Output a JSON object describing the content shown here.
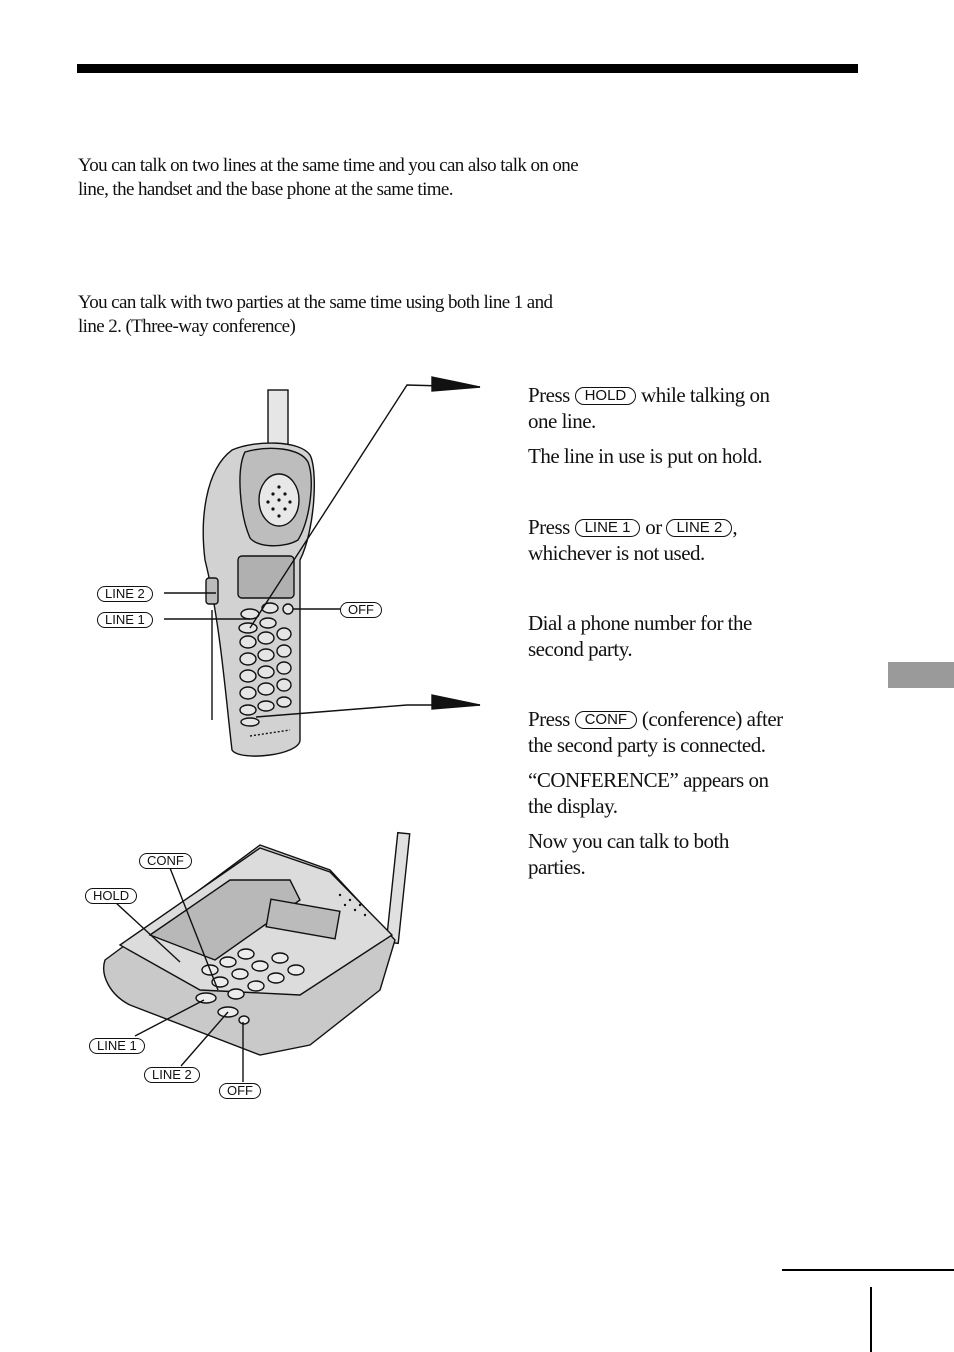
{
  "intro": {
    "line1": "You can talk on two lines at the same time and you can also talk on one",
    "line2": "line, the handset and the base phone at the same time."
  },
  "conference_intro": {
    "line1": "You can talk with two parties at the same time using both line 1 and",
    "line2": "line 2. (Three-way conference)"
  },
  "steps": {
    "s1": {
      "press": "Press",
      "key": "HOLD",
      "rest": "while talking on",
      "cont": "one line.",
      "note": "The line in use is put on hold."
    },
    "s2": {
      "press": "Press",
      "key1": "LINE 1",
      "or": "or",
      "key2": "LINE 2",
      "comma": ",",
      "cont": "whichever is not used."
    },
    "s3": {
      "l1": "Dial a phone number for the",
      "l2": "second party."
    },
    "s4": {
      "press": "Press",
      "key": "CONF",
      "rest": "(conference) after",
      "cont": "the second party is connected.",
      "note1a": "“CONFERENCE” appears on",
      "note1b": "the display.",
      "note2a": "Now you can talk to both",
      "note2b": "parties."
    }
  },
  "handset_labels": {
    "line2": "LINE 2",
    "line1": "LINE 1",
    "off": "OFF"
  },
  "base_labels": {
    "conf": "CONF",
    "hold": "HOLD",
    "line1": "LINE 1",
    "line2": "LINE 2",
    "off": "OFF"
  }
}
